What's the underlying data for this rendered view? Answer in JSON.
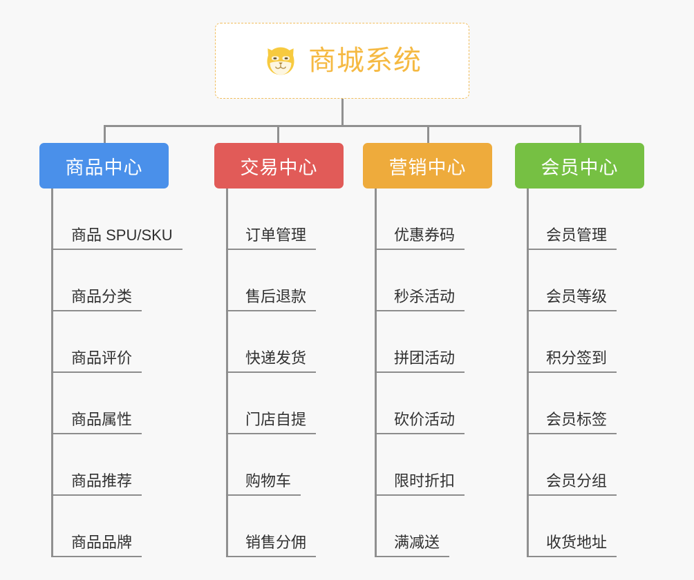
{
  "diagram": {
    "type": "mindmap-tree",
    "background_color": "#f8f8f8",
    "root": {
      "title": "商城系统",
      "logo_icon": "shiba-dog-face-icon",
      "title_color": "#f5b942",
      "border_color": "#f0bc5a",
      "fill_color": "#ffffff"
    },
    "connector_color": "#909090",
    "columns": [
      {
        "label": "商品中心",
        "color": "#4a90ea",
        "items": [
          {
            "label": "商品 SPU/SKU"
          },
          {
            "label": "商品分类"
          },
          {
            "label": "商品评价"
          },
          {
            "label": "商品属性"
          },
          {
            "label": "商品推荐"
          },
          {
            "label": "商品品牌"
          }
        ]
      },
      {
        "label": "交易中心",
        "color": "#e15b58",
        "items": [
          {
            "label": "订单管理"
          },
          {
            "label": "售后退款"
          },
          {
            "label": "快递发货"
          },
          {
            "label": "门店自提"
          },
          {
            "label": "购物车"
          },
          {
            "label": "销售分佣"
          }
        ]
      },
      {
        "label": "营销中心",
        "color": "#eeab3c",
        "items": [
          {
            "label": "优惠券码"
          },
          {
            "label": "秒杀活动"
          },
          {
            "label": "拼团活动"
          },
          {
            "label": "砍价活动"
          },
          {
            "label": "限时折扣"
          },
          {
            "label": "满减送"
          }
        ]
      },
      {
        "label": "会员中心",
        "color": "#76c043",
        "items": [
          {
            "label": "会员管理"
          },
          {
            "label": "会员等级"
          },
          {
            "label": "积分签到"
          },
          {
            "label": "会员标签"
          },
          {
            "label": "会员分组"
          },
          {
            "label": "收货地址"
          }
        ]
      }
    ]
  }
}
